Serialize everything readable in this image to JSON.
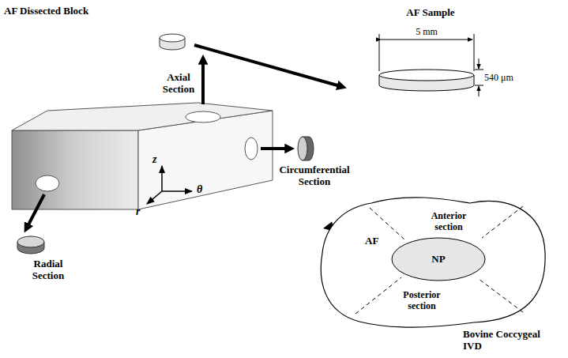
{
  "diagram": {
    "nodes": [
      {
        "text": [
          "AF Sample"
        ]
      },
      {
        "text": [
          "AF",
          "Bovine Coccygeal IVD"
        ]
      },
      {
        "text": [
          "NP"
        ],
        "in": 1
      }
    ],
    "labels": [
      "AF Dissected Block",
      "Axial Section",
      "Circumferential Section",
      "Radial Section",
      "z",
      "r",
      "θ",
      "5 mm",
      "540 μm",
      "Anterior section",
      "Posterior section"
    ]
  }
}
